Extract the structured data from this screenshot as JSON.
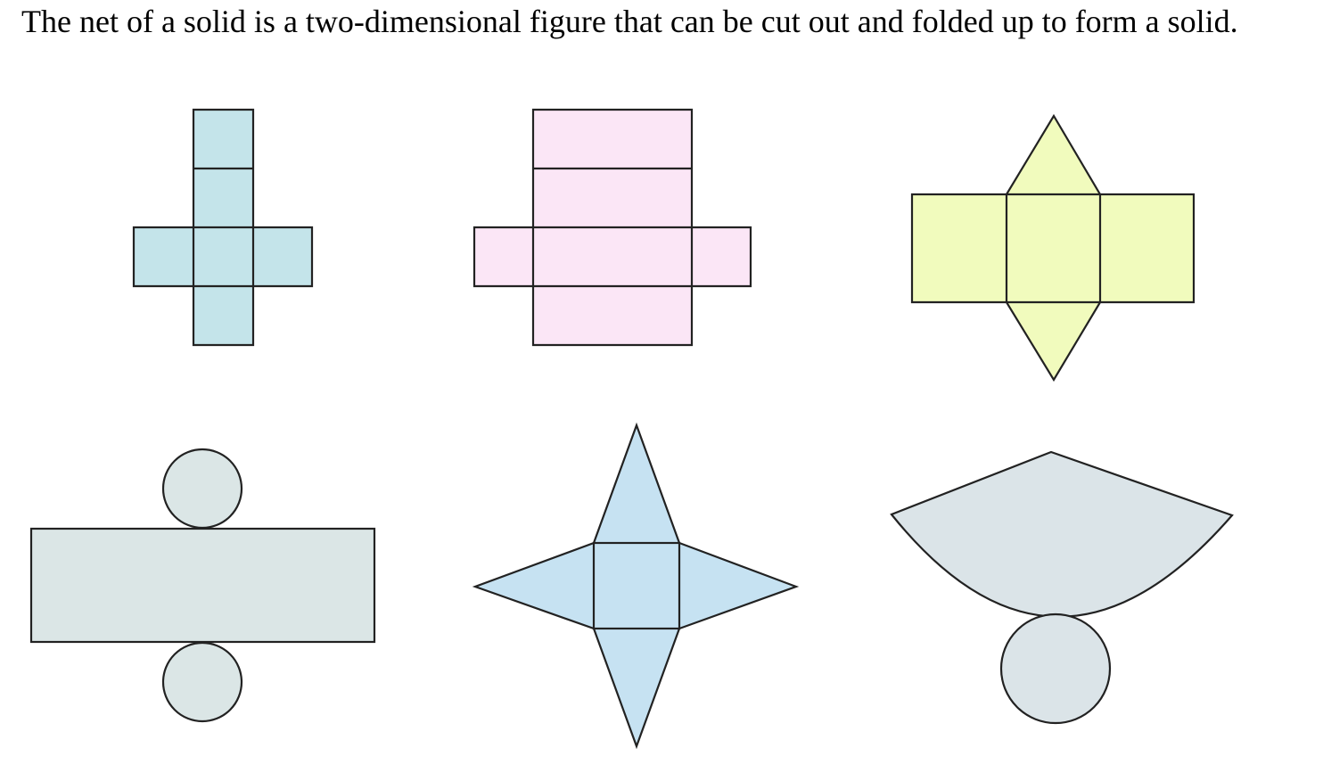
{
  "caption": "The net of a solid is a two-dimensional figure that can be cut out and folded up to form a solid.",
  "colors": {
    "cube": "#c4e4ea",
    "rectangular_prism": "#fbe6f6",
    "triangular_prism": "#f1fbbd",
    "cylinder": "#dbe6e6",
    "square_pyramid": "#c6e2f2",
    "cone": "#dbe4e8",
    "outline": "#222222"
  },
  "nets": [
    {
      "name": "cube-net"
    },
    {
      "name": "rectangular-prism-net"
    },
    {
      "name": "triangular-prism-net"
    },
    {
      "name": "cylinder-net"
    },
    {
      "name": "square-pyramid-net"
    },
    {
      "name": "cone-net"
    }
  ]
}
